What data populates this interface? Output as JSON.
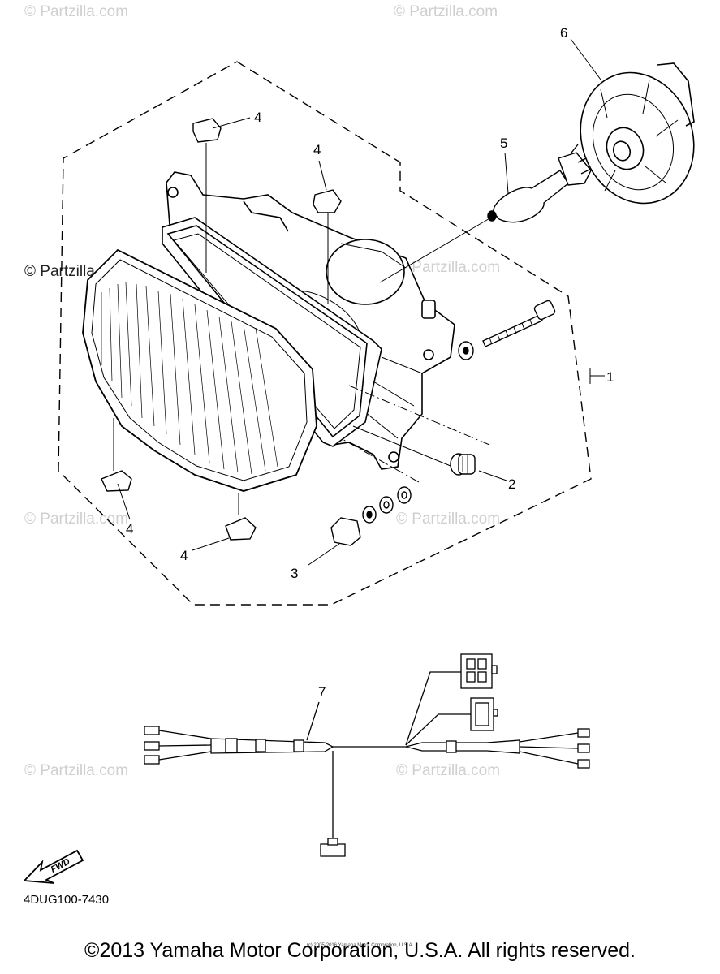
{
  "watermarks": {
    "text": "© Partzilla.com",
    "text_dark": "© Partzilla.com"
  },
  "callouts": {
    "headlight_assy": "1",
    "socket_cord": "2",
    "adjuster": "3",
    "clip": "4",
    "bulb": "5",
    "bulb_cover": "6",
    "wire_harness": "7"
  },
  "fwd_label": "FWD",
  "diagram_code": "4DUG100-7430",
  "fine_print": "(c) 2005-2016 Yamaha Motor Corporation, U.S.A.",
  "copyright": "©2013 Yamaha Motor Corporation, U.S.A. All rights reserved."
}
